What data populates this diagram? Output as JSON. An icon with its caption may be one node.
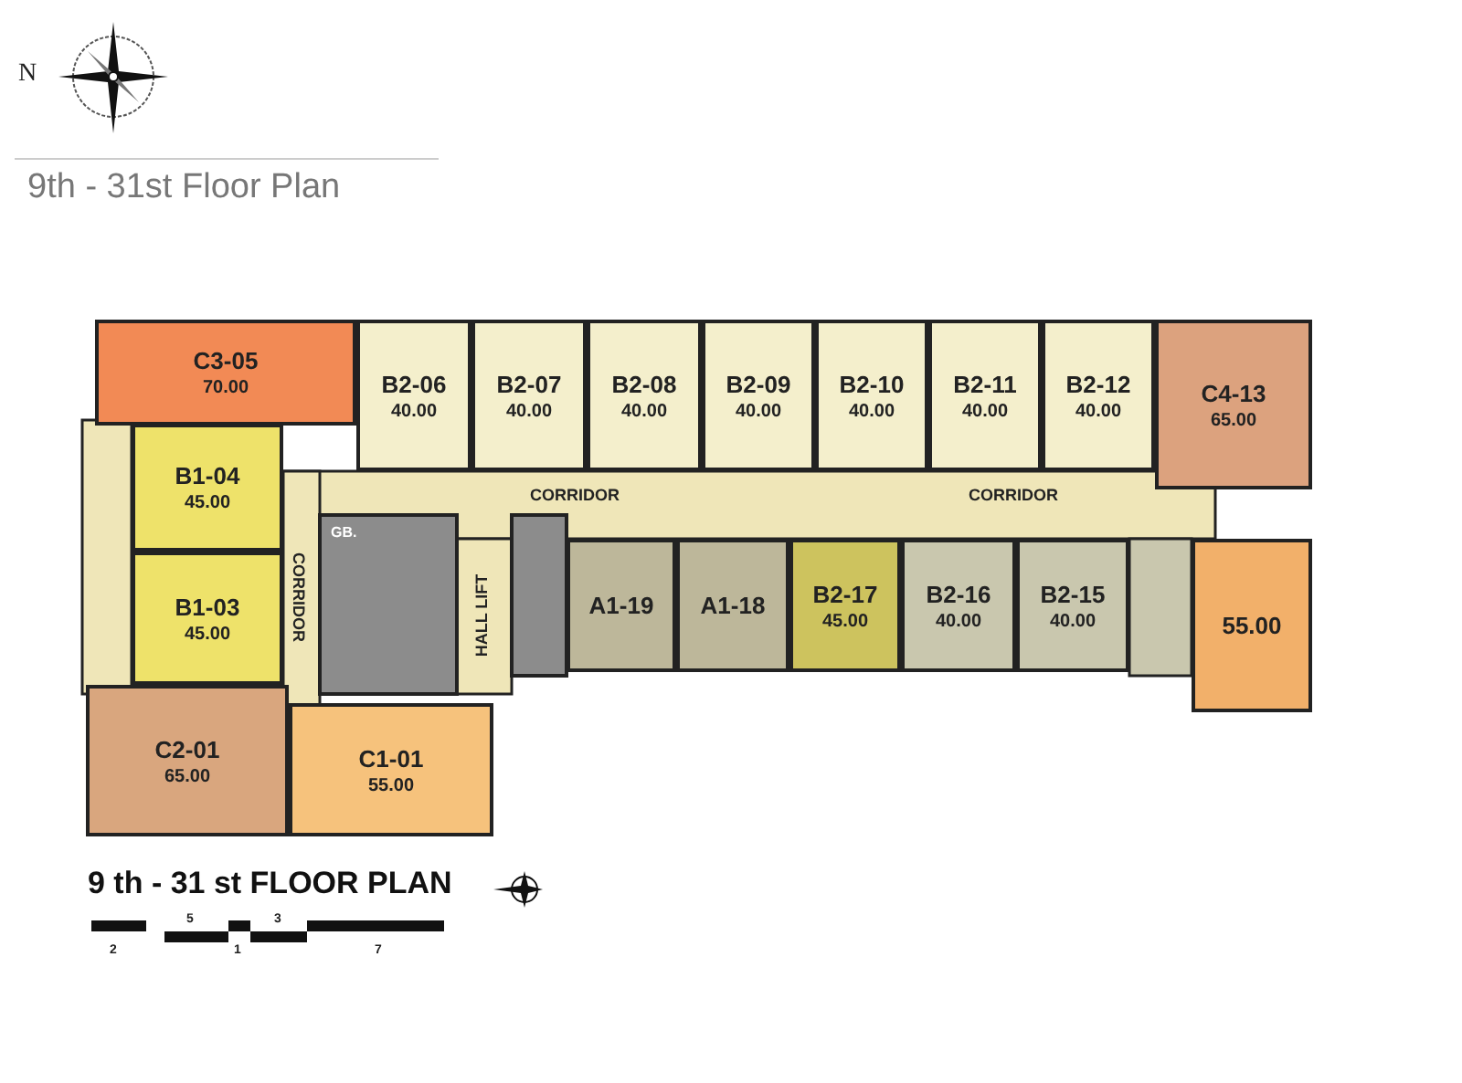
{
  "diagram": {
    "title": "9th - 31st Floor Plan",
    "caption": "9 th - 31 st FLOOR PLAN",
    "nodes": [
      {
        "text": [
          "C3-05",
          "70.00"
        ]
      },
      {
        "text": [
          "B2-06",
          "40.00"
        ]
      },
      {
        "text": [
          "B2-07",
          "40.00"
        ]
      },
      {
        "text": [
          "B2-08",
          "40.00"
        ]
      },
      {
        "text": [
          "B2-09",
          "40.00"
        ]
      },
      {
        "text": [
          "B2-10",
          "40.00"
        ]
      },
      {
        "text": [
          "B2-11",
          "40.00"
        ]
      },
      {
        "text": [
          "B2-12",
          "40.00"
        ]
      },
      {
        "text": [
          "C4-13",
          "65.00"
        ]
      },
      {
        "text": [
          "B1-04",
          "45.00"
        ]
      },
      {
        "text": [
          "B1-03",
          "45.00"
        ]
      },
      {
        "text": [
          "A1-19"
        ]
      },
      {
        "text": [
          "A1-18"
        ]
      },
      {
        "text": [
          "B2-17",
          "45.00"
        ]
      },
      {
        "text": [
          "B2-16",
          "40.00"
        ]
      },
      {
        "text": [
          "B2-15",
          "40.00"
        ]
      },
      {
        "text": [
          "55.00"
        ]
      },
      {
        "text": [
          "C2-01",
          "65.00"
        ]
      },
      {
        "text": [
          "C1-01",
          "55.00"
        ]
      }
    ],
    "edges": [],
    "labels": [
      "N",
      "CORRIDOR",
      "CORRIDOR",
      "GB.",
      "CORRIDOR",
      "HALL LIFT",
      "5",
      "3",
      "2",
      "1",
      "7"
    ]
  }
}
